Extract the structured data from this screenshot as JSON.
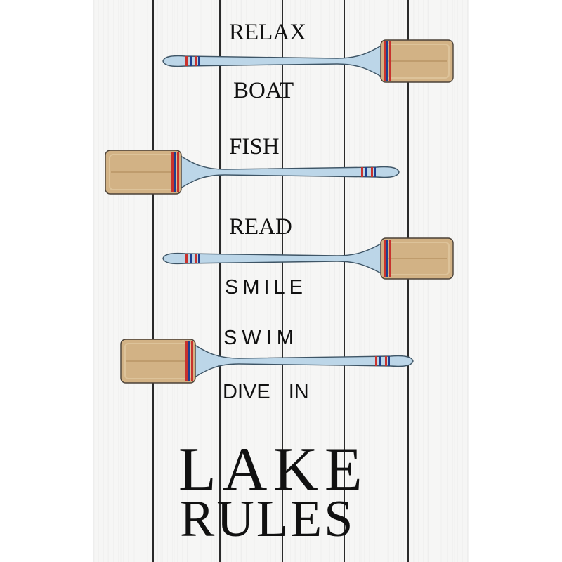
{
  "sign": {
    "words": {
      "relax": "RELAX",
      "boat": "BOAT",
      "fish": "FISH",
      "read": "READ",
      "smile": "SMILE",
      "swim": "SWIM",
      "dive_in": "DIVE IN"
    },
    "headline": {
      "line1": "LAKE",
      "line2": "RULES"
    },
    "illustration": {
      "oar_count": 4,
      "icon": "wooden-oar-icon"
    },
    "colors": {
      "background": "#ffffff",
      "wood_panel": "#f6f6f5",
      "plank_line": "#2a2a2a",
      "text": "#111111",
      "oar_shaft": "#bcd6e8",
      "oar_outline": "#3e5566",
      "blade_wood": "#d2b285",
      "stripe_red": "#c8322d",
      "stripe_blue": "#1f3f8f"
    }
  }
}
